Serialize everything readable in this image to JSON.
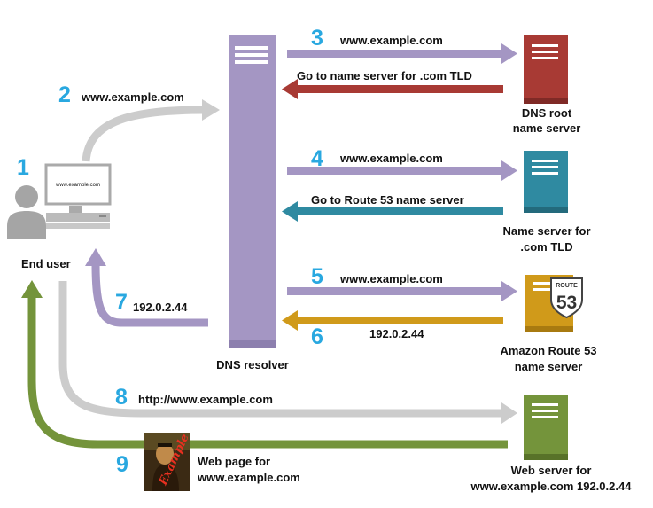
{
  "colors": {
    "step_number": "#29a8e0",
    "resolver": "#a496c3",
    "root_server": "#a83a34",
    "tld_server": "#2f8aa1",
    "route53_server": "#d09a1a",
    "web_server": "#74943b",
    "request_arrow_gray": "#cccccc",
    "resolver_arrow_purple": "#a496c3"
  },
  "icons": [
    "user-icon",
    "computer-icon",
    "server-icon",
    "route-53-shield-icon",
    "web-page-thumbnail-icon"
  ],
  "steps": {
    "s1": "1",
    "s2": "2",
    "s3": "3",
    "s4": "4",
    "s5": "5",
    "s6": "6",
    "s7": "7",
    "s8": "8",
    "s9": "9"
  },
  "labels": {
    "end_user": "End user",
    "browser_url": "www.example.com",
    "step2_query": "www.example.com",
    "step3_query": "www.example.com",
    "step3_reply": "Go to name server for .com TLD",
    "step4_query": "www.example.com",
    "step4_reply": "Go to Route 53 name server",
    "step5_query": "www.example.com",
    "step6_reply": "192.0.2.44",
    "step7_reply": "192.0.2.44",
    "step8_request": "http://www.example.com",
    "step9_line1": "Web page for",
    "step9_line2": "www.example.com",
    "dns_resolver": "DNS resolver",
    "root_line1": "DNS root",
    "root_line2": "name server",
    "tld_line1": "Name server for",
    "tld_line2": ".com TLD",
    "r53_line1": "Amazon Route 53",
    "r53_line2": "name server",
    "web_line1": "Web server for",
    "web_line2": "www.example.com 192.0.2.44",
    "shield_top": "ROUTE",
    "shield_num": "53",
    "thumb_text": "Example"
  }
}
